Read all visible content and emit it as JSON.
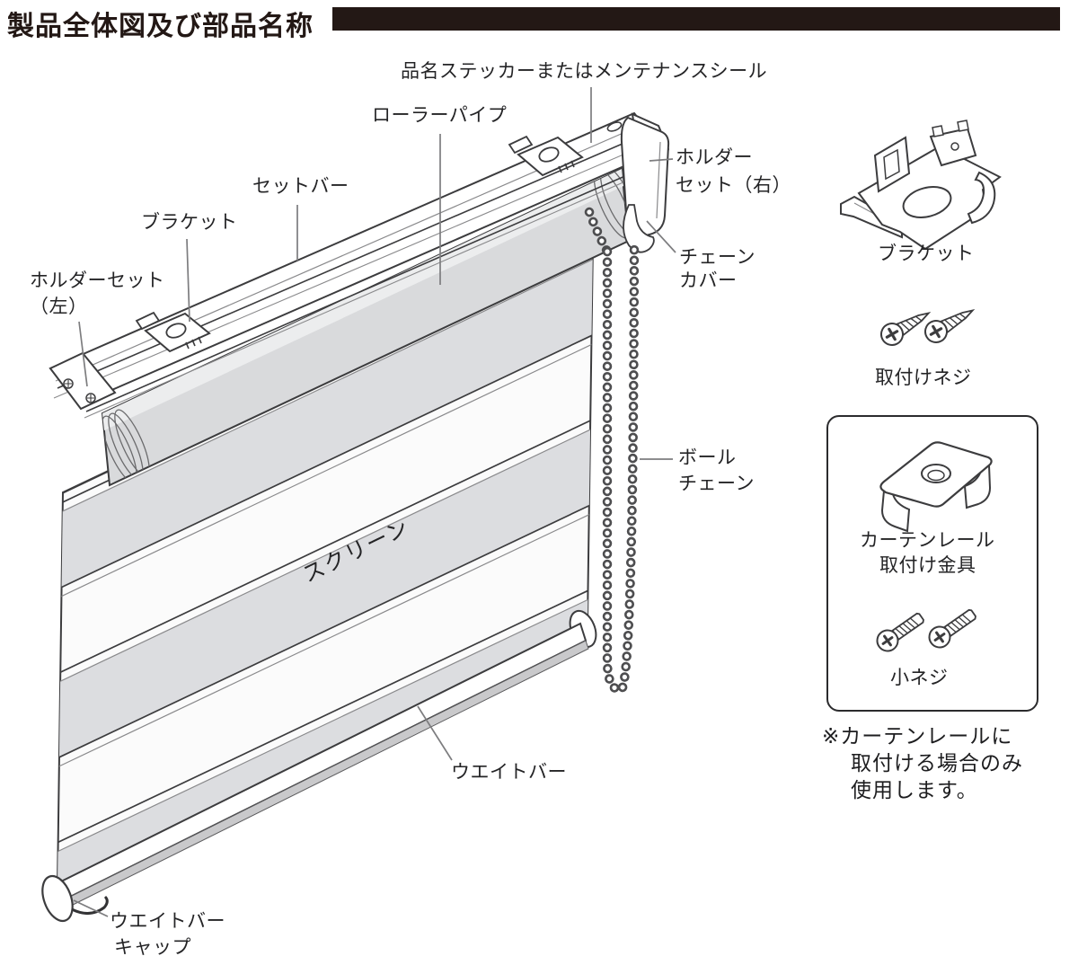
{
  "header": {
    "title": "製品全体図及び部品名称"
  },
  "diagram_labels": {
    "sticker": "品名ステッカーまたはメンテナンスシール",
    "roller_pipe": "ローラーパイプ",
    "set_bar": "セットバー",
    "bracket": "ブラケット",
    "holder_left_line1": "ホルダーセット",
    "holder_left_line2": "（左）",
    "holder_right_line1": "ホルダー",
    "holder_right_line2": "セット（右）",
    "chain_cover_line1": "チェーン",
    "chain_cover_line2": "カバー",
    "ball_chain_line1": "ボール",
    "ball_chain_line2": "チェーン",
    "screen": "スクリーン",
    "weight_bar": "ウエイトバー",
    "weight_bar_cap_line1": "ウエイトバー",
    "weight_bar_cap_line2": "キャップ"
  },
  "parts_panel": {
    "bracket_label": "ブラケット",
    "mounting_screws_label": "取付けネジ",
    "curtain_rail_box": {
      "fitting_label_line1": "カーテンレール",
      "fitting_label_line2": "取付け金具",
      "small_screws_label": "小ネジ"
    },
    "note_line1": "※カーテンレールに",
    "note_line2": "取付ける場合のみ",
    "note_line3": "使用します。"
  },
  "colors": {
    "ink": "#231815",
    "line": "#3c3c3e",
    "leader": "#7d7d7f",
    "shade": "#dcdde0",
    "pipe": "#d9dadc",
    "shadow": "#c9c9cb"
  }
}
